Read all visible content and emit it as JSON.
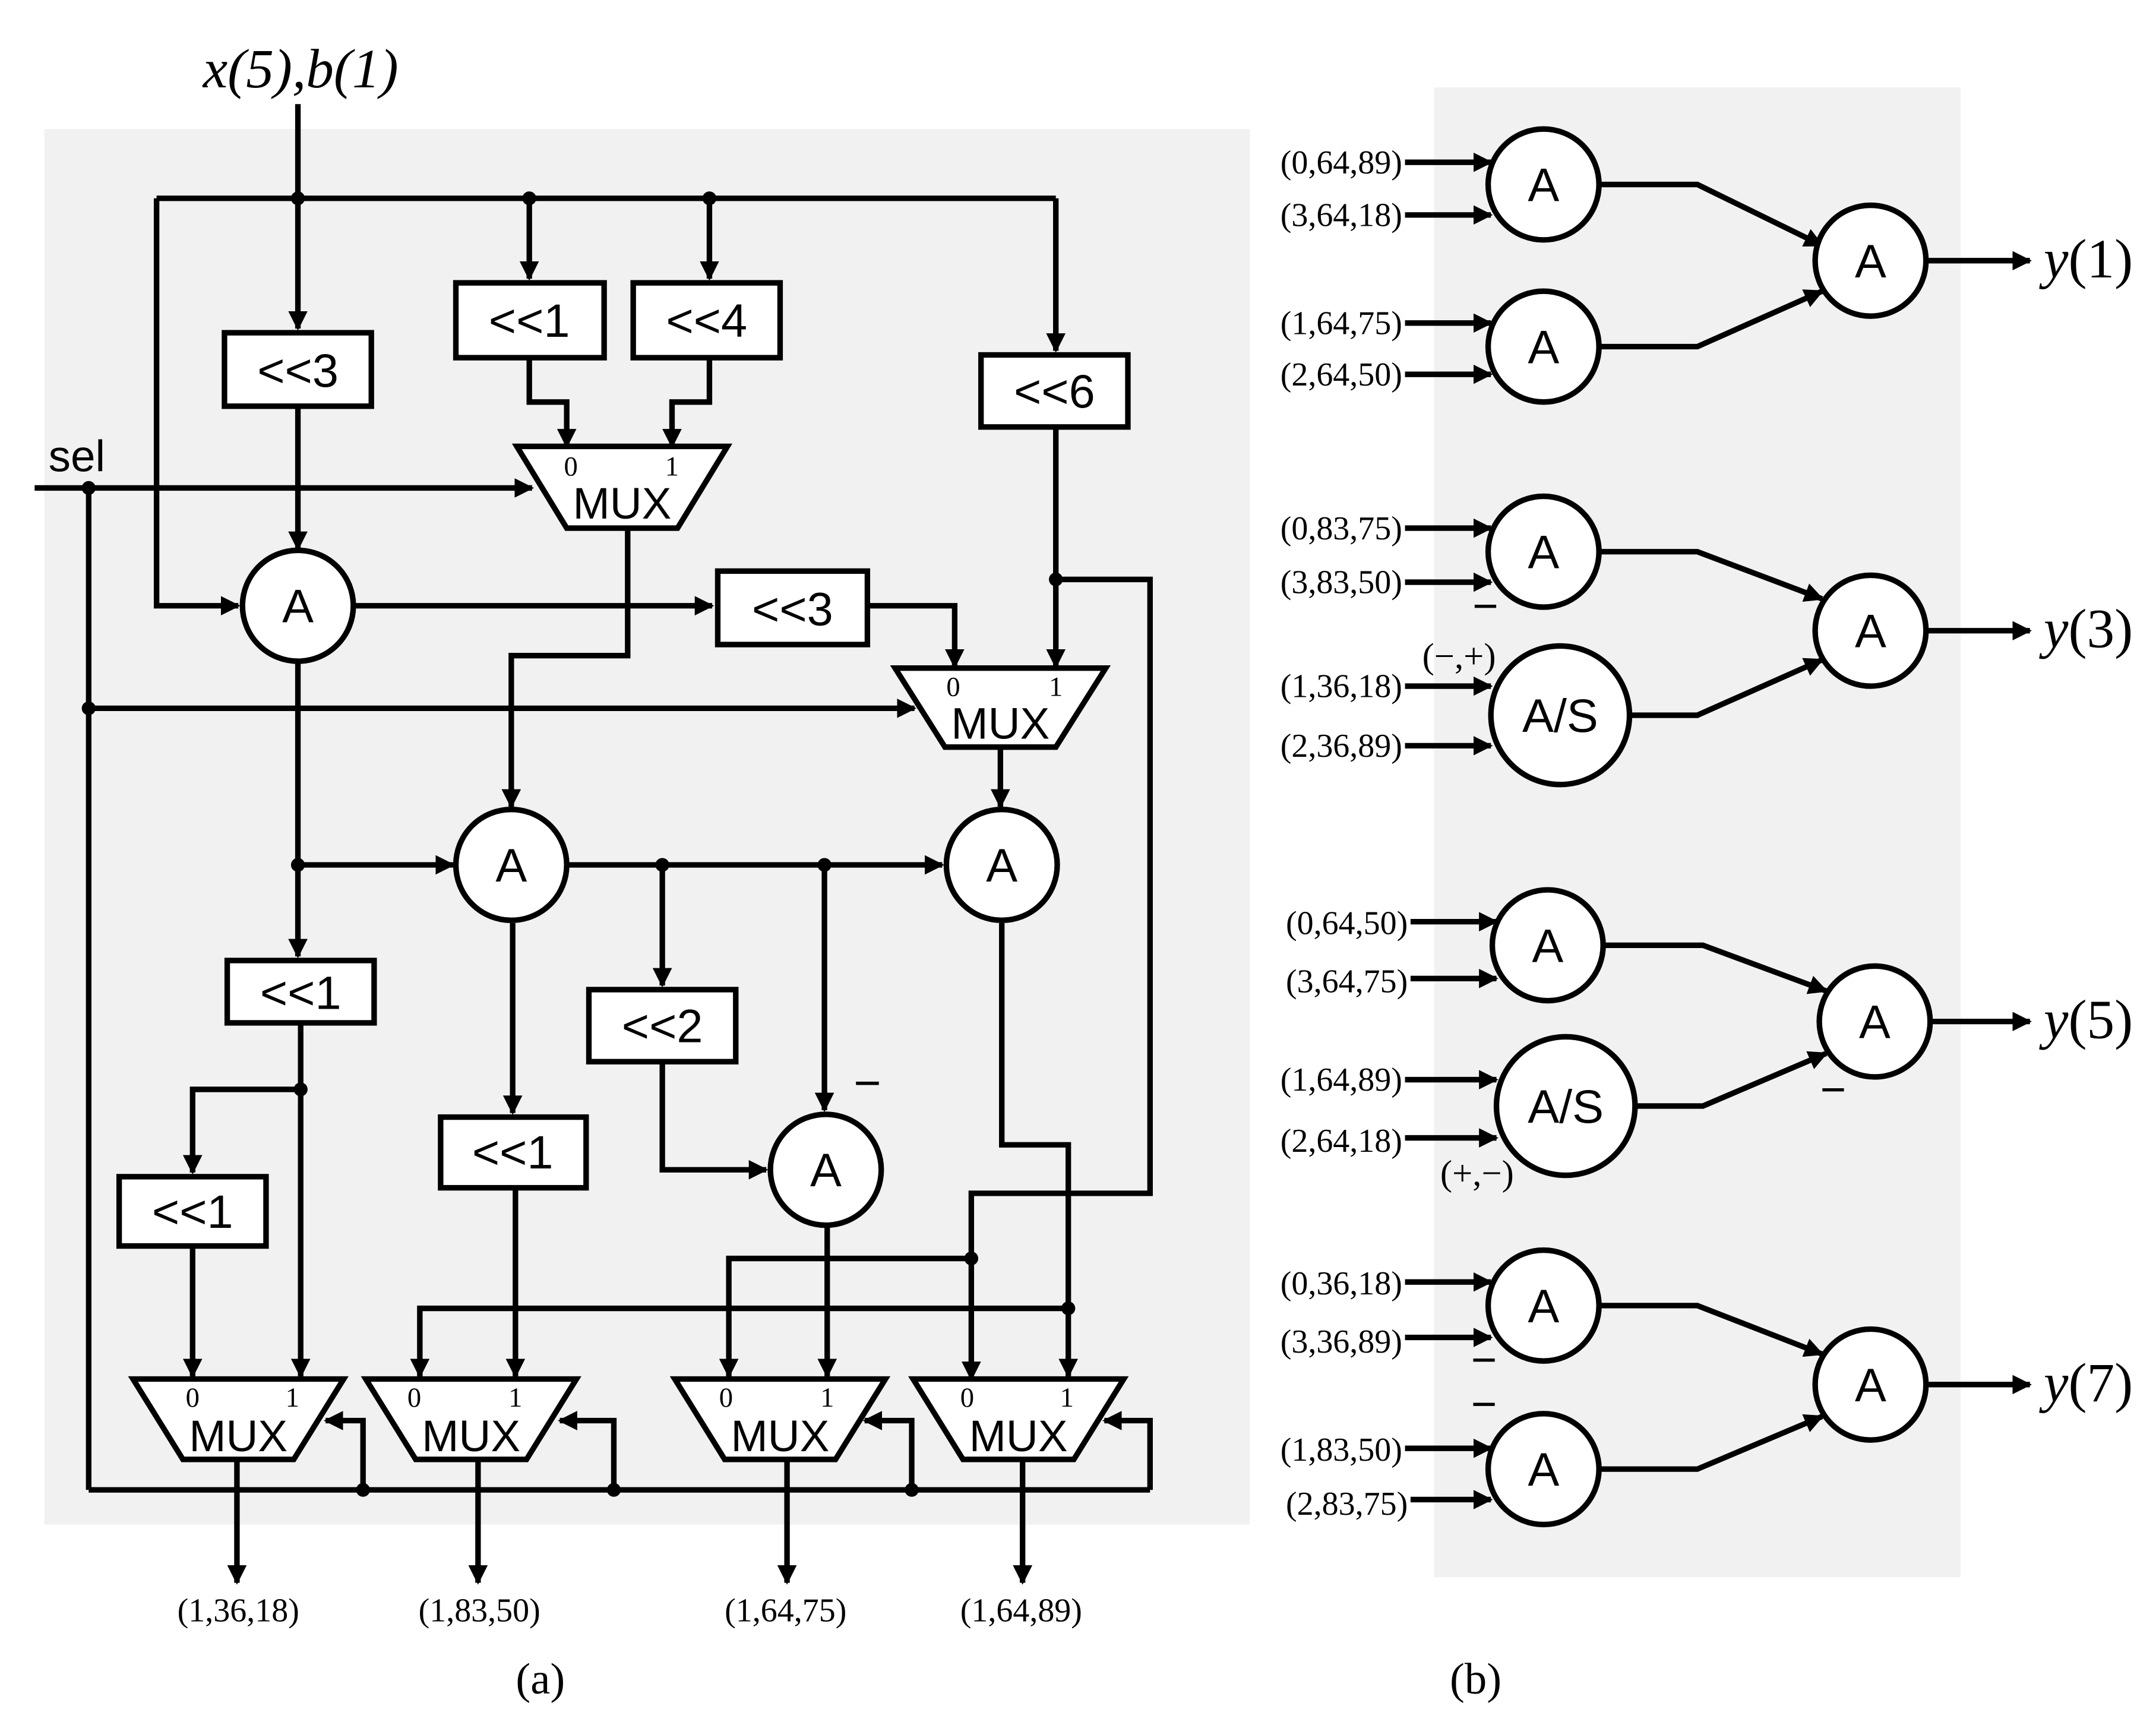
{
  "panel_a": {
    "input_label": "x(5),b(1)",
    "sel_label": "sel",
    "caption": "(a)",
    "adder_label": "A",
    "mux_label": "MUX",
    "mux_in0": "0",
    "mux_in1": "1",
    "minus_sign": "−",
    "shifts": {
      "s3_top": "<<3",
      "s1_top": "<<1",
      "s4_top": "<<4",
      "s6_top": "<<6",
      "s3_mid": "<<3",
      "s1_left": "<<1",
      "s2_mid": "<<2",
      "s1_center": "<<1",
      "s1_lower": "<<1"
    },
    "outputs": [
      "(1,36,18)",
      "(1,83,50)",
      "(1,64,75)",
      "(1,64,89)"
    ]
  },
  "panel_b": {
    "caption": "(b)",
    "adder_label": "A",
    "addsub_label": "A/S",
    "minus_sign": "−",
    "groups": [
      {
        "inputs": [
          "(0,64,89)",
          "(3,64,18)",
          "(1,64,75)",
          "(2,64,50)"
        ],
        "output": "y(1)",
        "output_var": "y",
        "output_idx": "(1)"
      },
      {
        "inputs": [
          "(0,83,75)",
          "(3,83,50)",
          "(1,36,18)",
          "(2,36,89)"
        ],
        "output": "y(3)",
        "output_var": "y",
        "output_idx": "(3)",
        "sign_note": "(−,+)"
      },
      {
        "inputs": [
          "(0,64,50)",
          "(3,64,75)",
          "(1,64,89)",
          "(2,64,18)"
        ],
        "output": "y(5)",
        "output_var": "y",
        "output_idx": "(5)",
        "sign_note": "(+,−)"
      },
      {
        "inputs": [
          "(0,36,18)",
          "(3,36,89)",
          "(1,83,50)",
          "(2,83,75)"
        ],
        "output": "y(7)",
        "output_var": "y",
        "output_idx": "(7)"
      }
    ]
  }
}
